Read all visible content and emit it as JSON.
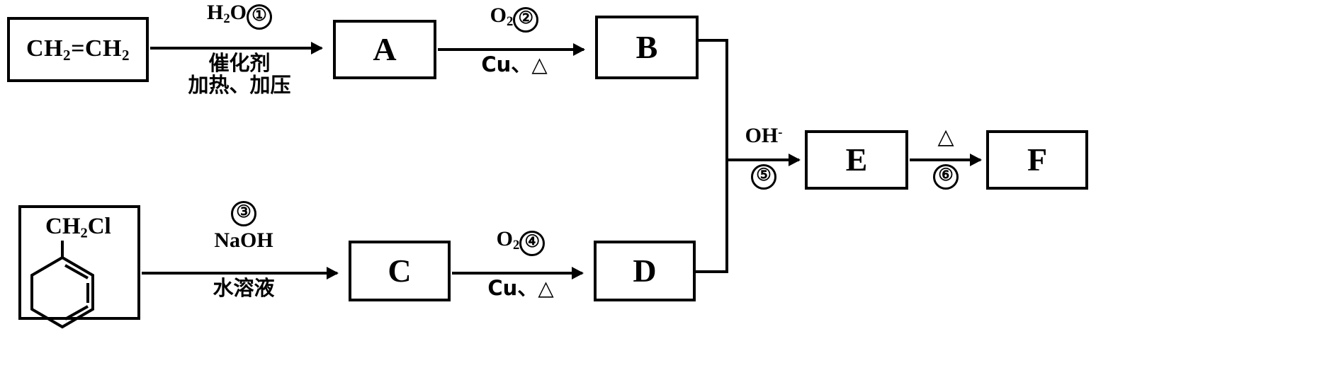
{
  "diagram": {
    "title": "organic-synthesis-flowchart",
    "line_color": "#000000",
    "background": "#ffffff"
  },
  "reactants": {
    "ethylene": {
      "name": "ethylene-box",
      "formula_parts": [
        "CH",
        "2",
        "=CH",
        "2"
      ],
      "display": "CH2=CH2"
    },
    "benzyl_chloride": {
      "name": "benzyl-chloride-box",
      "substituent_parts": [
        "CH",
        "2",
        "Cl"
      ],
      "display": "CH2Cl",
      "ring": "benzene"
    }
  },
  "products": {
    "A": "A",
    "B": "B",
    "C": "C",
    "D": "D",
    "E": "E",
    "F": "F"
  },
  "steps": [
    {
      "id": "step-1",
      "from": "ethylene",
      "to": "A",
      "above_reagent": "H",
      "above_reagent_sub": "2",
      "above_reagent_rest": "O",
      "step_number": "①",
      "below_line1": "催化剂",
      "below_line2": "加热、加压"
    },
    {
      "id": "step-2",
      "from": "A",
      "to": "B",
      "above_reagent": "O",
      "above_reagent_sub": "2",
      "above_reagent_rest": "",
      "step_number": "②",
      "below_line1": "Cu、",
      "below_line2": "△"
    },
    {
      "id": "step-3",
      "from": "benzyl_chloride",
      "to": "C",
      "step_number": "③",
      "above_reagent": "NaOH",
      "below_line1": "水溶液",
      "below_line2": ""
    },
    {
      "id": "step-4",
      "from": "C",
      "to": "D",
      "above_reagent": "O",
      "above_reagent_sub": "2",
      "above_reagent_rest": "",
      "step_number": "④",
      "below_line1": "Cu、",
      "below_line2": "△"
    },
    {
      "id": "step-5",
      "from": "B and D",
      "to": "E",
      "above_reagent": "OH",
      "above_reagent_sup": "-",
      "step_number": "⑤",
      "below_line1": "",
      "below_line2": ""
    },
    {
      "id": "step-6",
      "from": "E",
      "to": "F",
      "above_reagent": "△",
      "step_number": "⑥",
      "below_line1": "",
      "below_line2": ""
    }
  ]
}
